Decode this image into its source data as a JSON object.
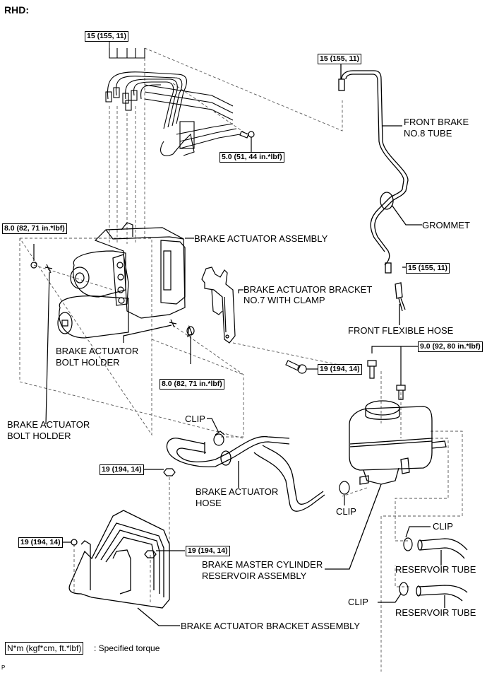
{
  "title": "RHD:",
  "torque_labels": {
    "t1": "15 (155, 11)",
    "t2": "15 (155, 11)",
    "t3": "5.0 (51, 44 in.*lbf)",
    "t4": "8.0 (82, 71 in.*lbf)",
    "t5": "15 (155, 11)",
    "t6": "8.0 (82, 71 in.*lbf)",
    "t7": "19 (194, 14)",
    "t8": "9.0 (92, 80 in.*lbf)",
    "t9": "19 (194, 14)",
    "t10": "19 (194, 14)",
    "t11": "19 (194, 14)"
  },
  "parts": {
    "front_brake_tube_1": "FRONT BRAKE",
    "front_brake_tube_2": "NO.8 TUBE",
    "grommet": "GROMMET",
    "brake_actuator_assembly": "BRAKE ACTUATOR ASSEMBLY",
    "bracket_no7_1": "BRAKE ACTUATOR BRACKET",
    "bracket_no7_2": "NO.7 WITH CLAMP",
    "front_flexible_hose": "FRONT FLEXIBLE HOSE",
    "bolt_holder_a_1": "BRAKE ACTUATOR",
    "bolt_holder_a_2": "BOLT HOLDER",
    "bolt_holder_b_1": "BRAKE ACTUATOR",
    "bolt_holder_b_2": "BOLT HOLDER",
    "clip_1": "CLIP",
    "clip_2": "CLIP",
    "clip_3": "CLIP",
    "clip_4": "CLIP",
    "actuator_hose_1": "BRAKE ACTUATOR",
    "actuator_hose_2": "HOSE",
    "reservoir_1": "BRAKE MASTER CYLINDER",
    "reservoir_2": "RESERVOIR ASSEMBLY",
    "reservoir_tube_1": "RESERVOIR TUBE",
    "reservoir_tube_2": "RESERVOIR TUBE",
    "bracket_assembly": "BRAKE ACTUATOR BRACKET ASSEMBLY"
  },
  "legend": {
    "unit_box": "N*m (kgf*cm, ft.*lbf)",
    "description": ": Specified torque"
  },
  "corner_mark": "P"
}
